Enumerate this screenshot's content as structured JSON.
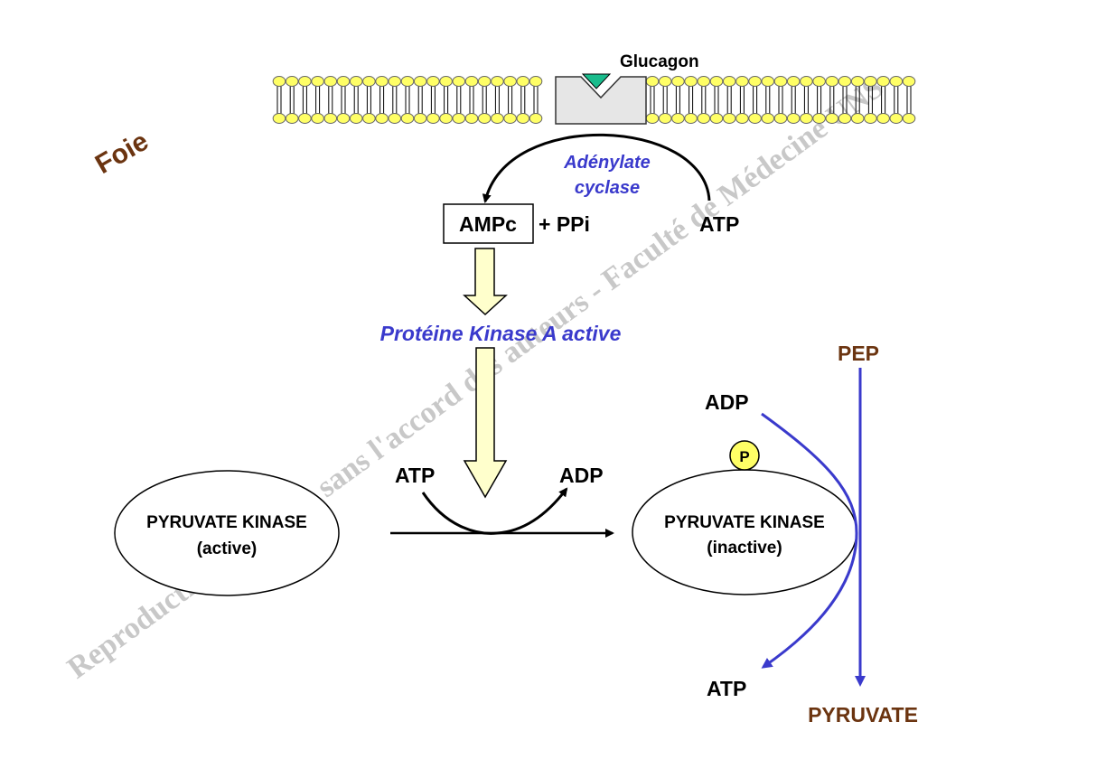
{
  "organ_label": "Foie",
  "hormone": "Glucagon",
  "enzyme_adenylate": [
    "Adénylate",
    "cyclase"
  ],
  "camp_box": "AMPc",
  "ppi": "+ PPi",
  "atp_substrate": "ATP",
  "pka": "Protéine Kinase A active",
  "pk_active": [
    "PYRUVATE KINASE",
    "(active)"
  ],
  "pk_inactive": [
    "PYRUVATE KINASE",
    "(inactive)"
  ],
  "phospho_atp": "ATP",
  "phospho_adp": "ADP",
  "phosphate": "P",
  "reaction": {
    "pep": "PEP",
    "pyruvate": "PYRUVATE",
    "adp": "ADP",
    "atp": "ATP"
  },
  "watermark": "Reproduction interdite sans l'accord des auteurs - Faculté de Médecine UNS",
  "colors": {
    "brown": "#6b3410",
    "blue": "#3a3acc",
    "lipid_head": "#ffff66",
    "receptor": "#e6e6e6",
    "ligand": "#1abc8c",
    "arrow_fill": "#ffffcc",
    "watermark": "#c8c8c8"
  }
}
